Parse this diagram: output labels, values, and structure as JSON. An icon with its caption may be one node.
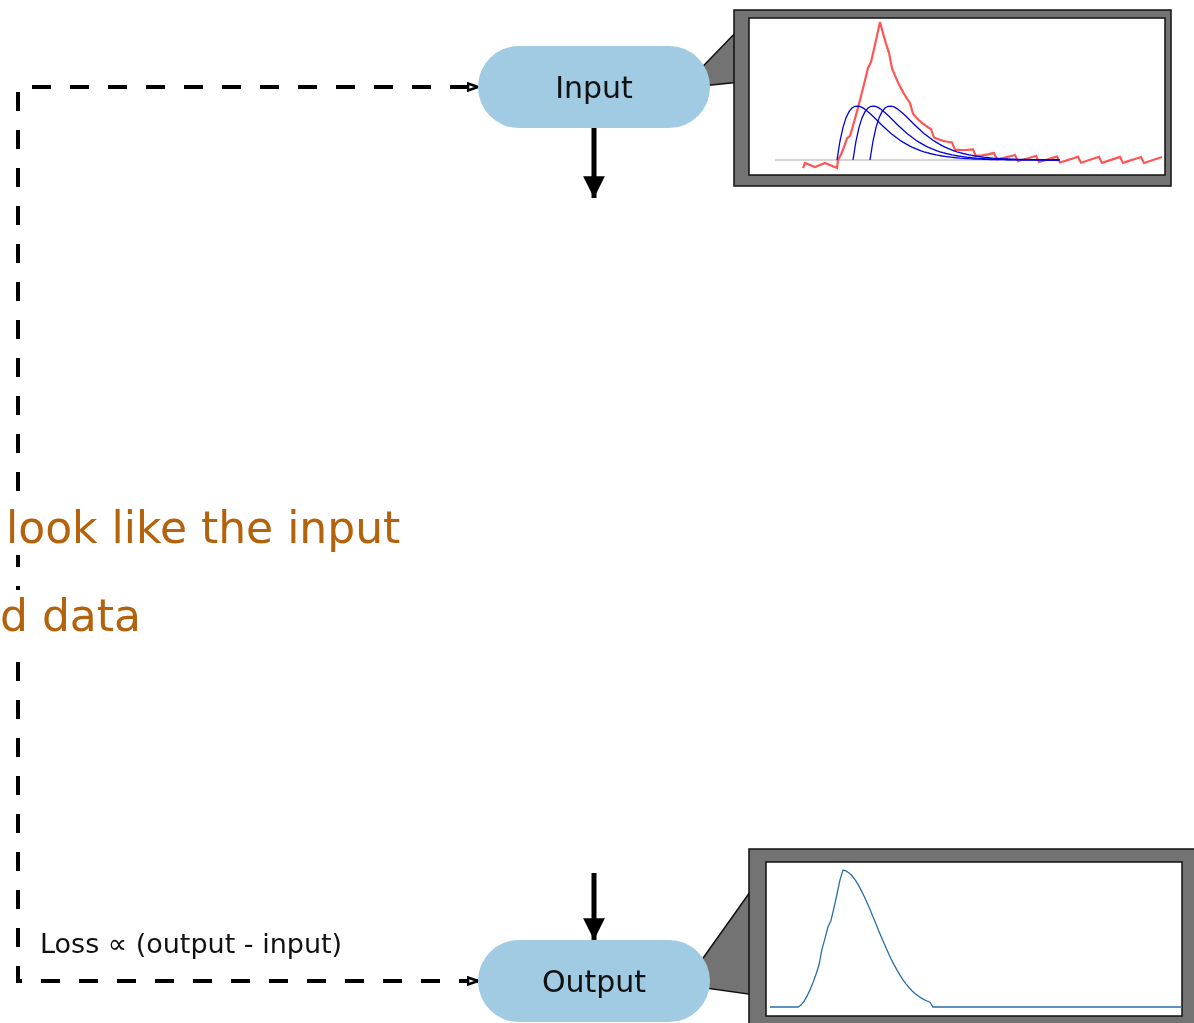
{
  "diagram": {
    "nodes": [
      {
        "text": [
          "Input"
        ]
      },
      {
        "text": [
          "Output"
        ]
      }
    ],
    "edges": [
      {
        "from": 1,
        "to": 0,
        "arrow": "both",
        "style": "dashed",
        "label": "Loss ∝ (output - input)"
      },
      {
        "from": 0,
        "to": null,
        "arrow": "to"
      },
      {
        "from": null,
        "to": 1,
        "arrow": "to"
      }
    ],
    "labels": [
      "look like the input",
      "d data"
    ]
  }
}
